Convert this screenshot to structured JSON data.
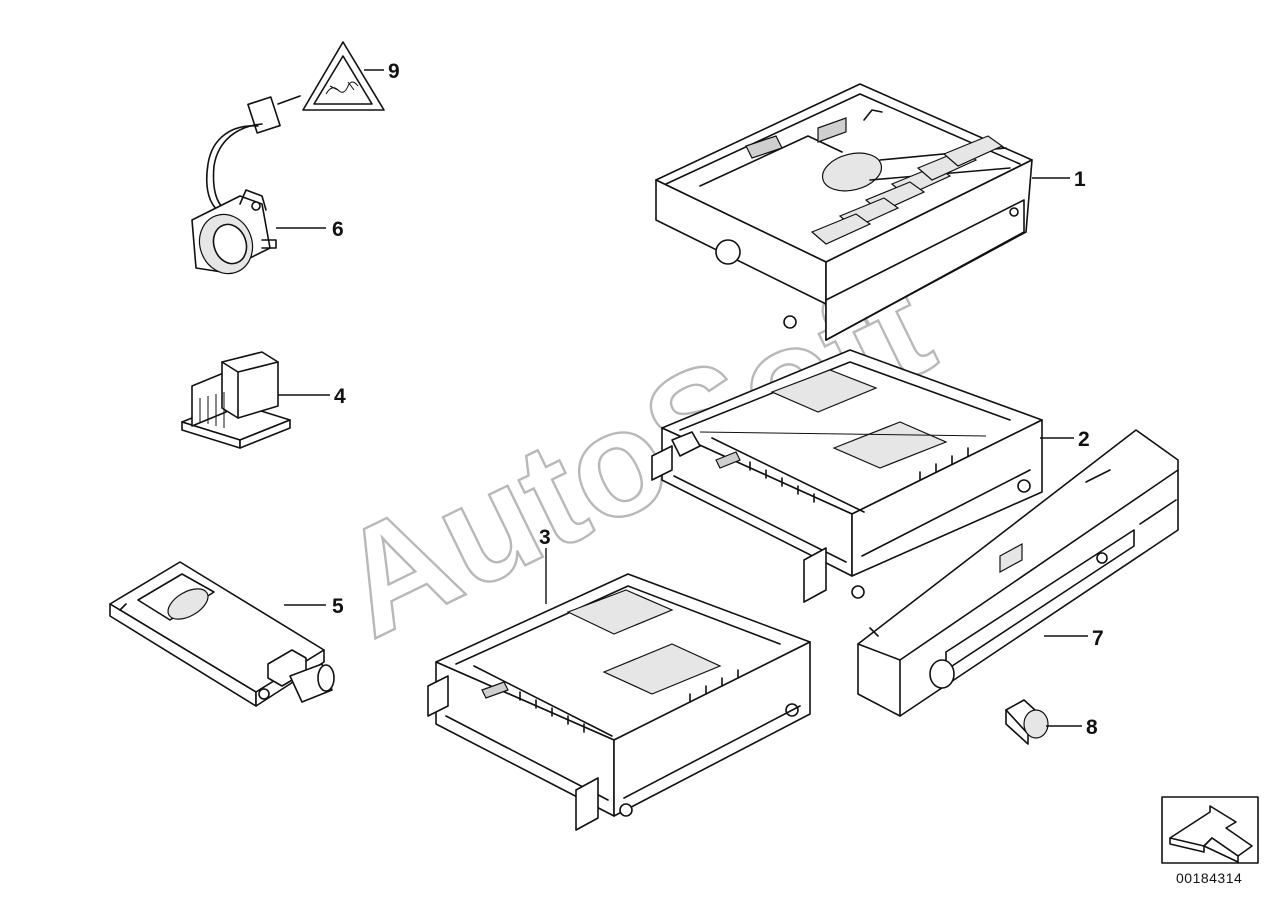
{
  "watermark": "AutoSoft",
  "callouts": {
    "c1": "1",
    "c2": "2",
    "c3": "3",
    "c4": "4",
    "c5": "5",
    "c6": "6",
    "c7": "7",
    "c8": "8",
    "c9": "9"
  },
  "document_id": "00184314"
}
